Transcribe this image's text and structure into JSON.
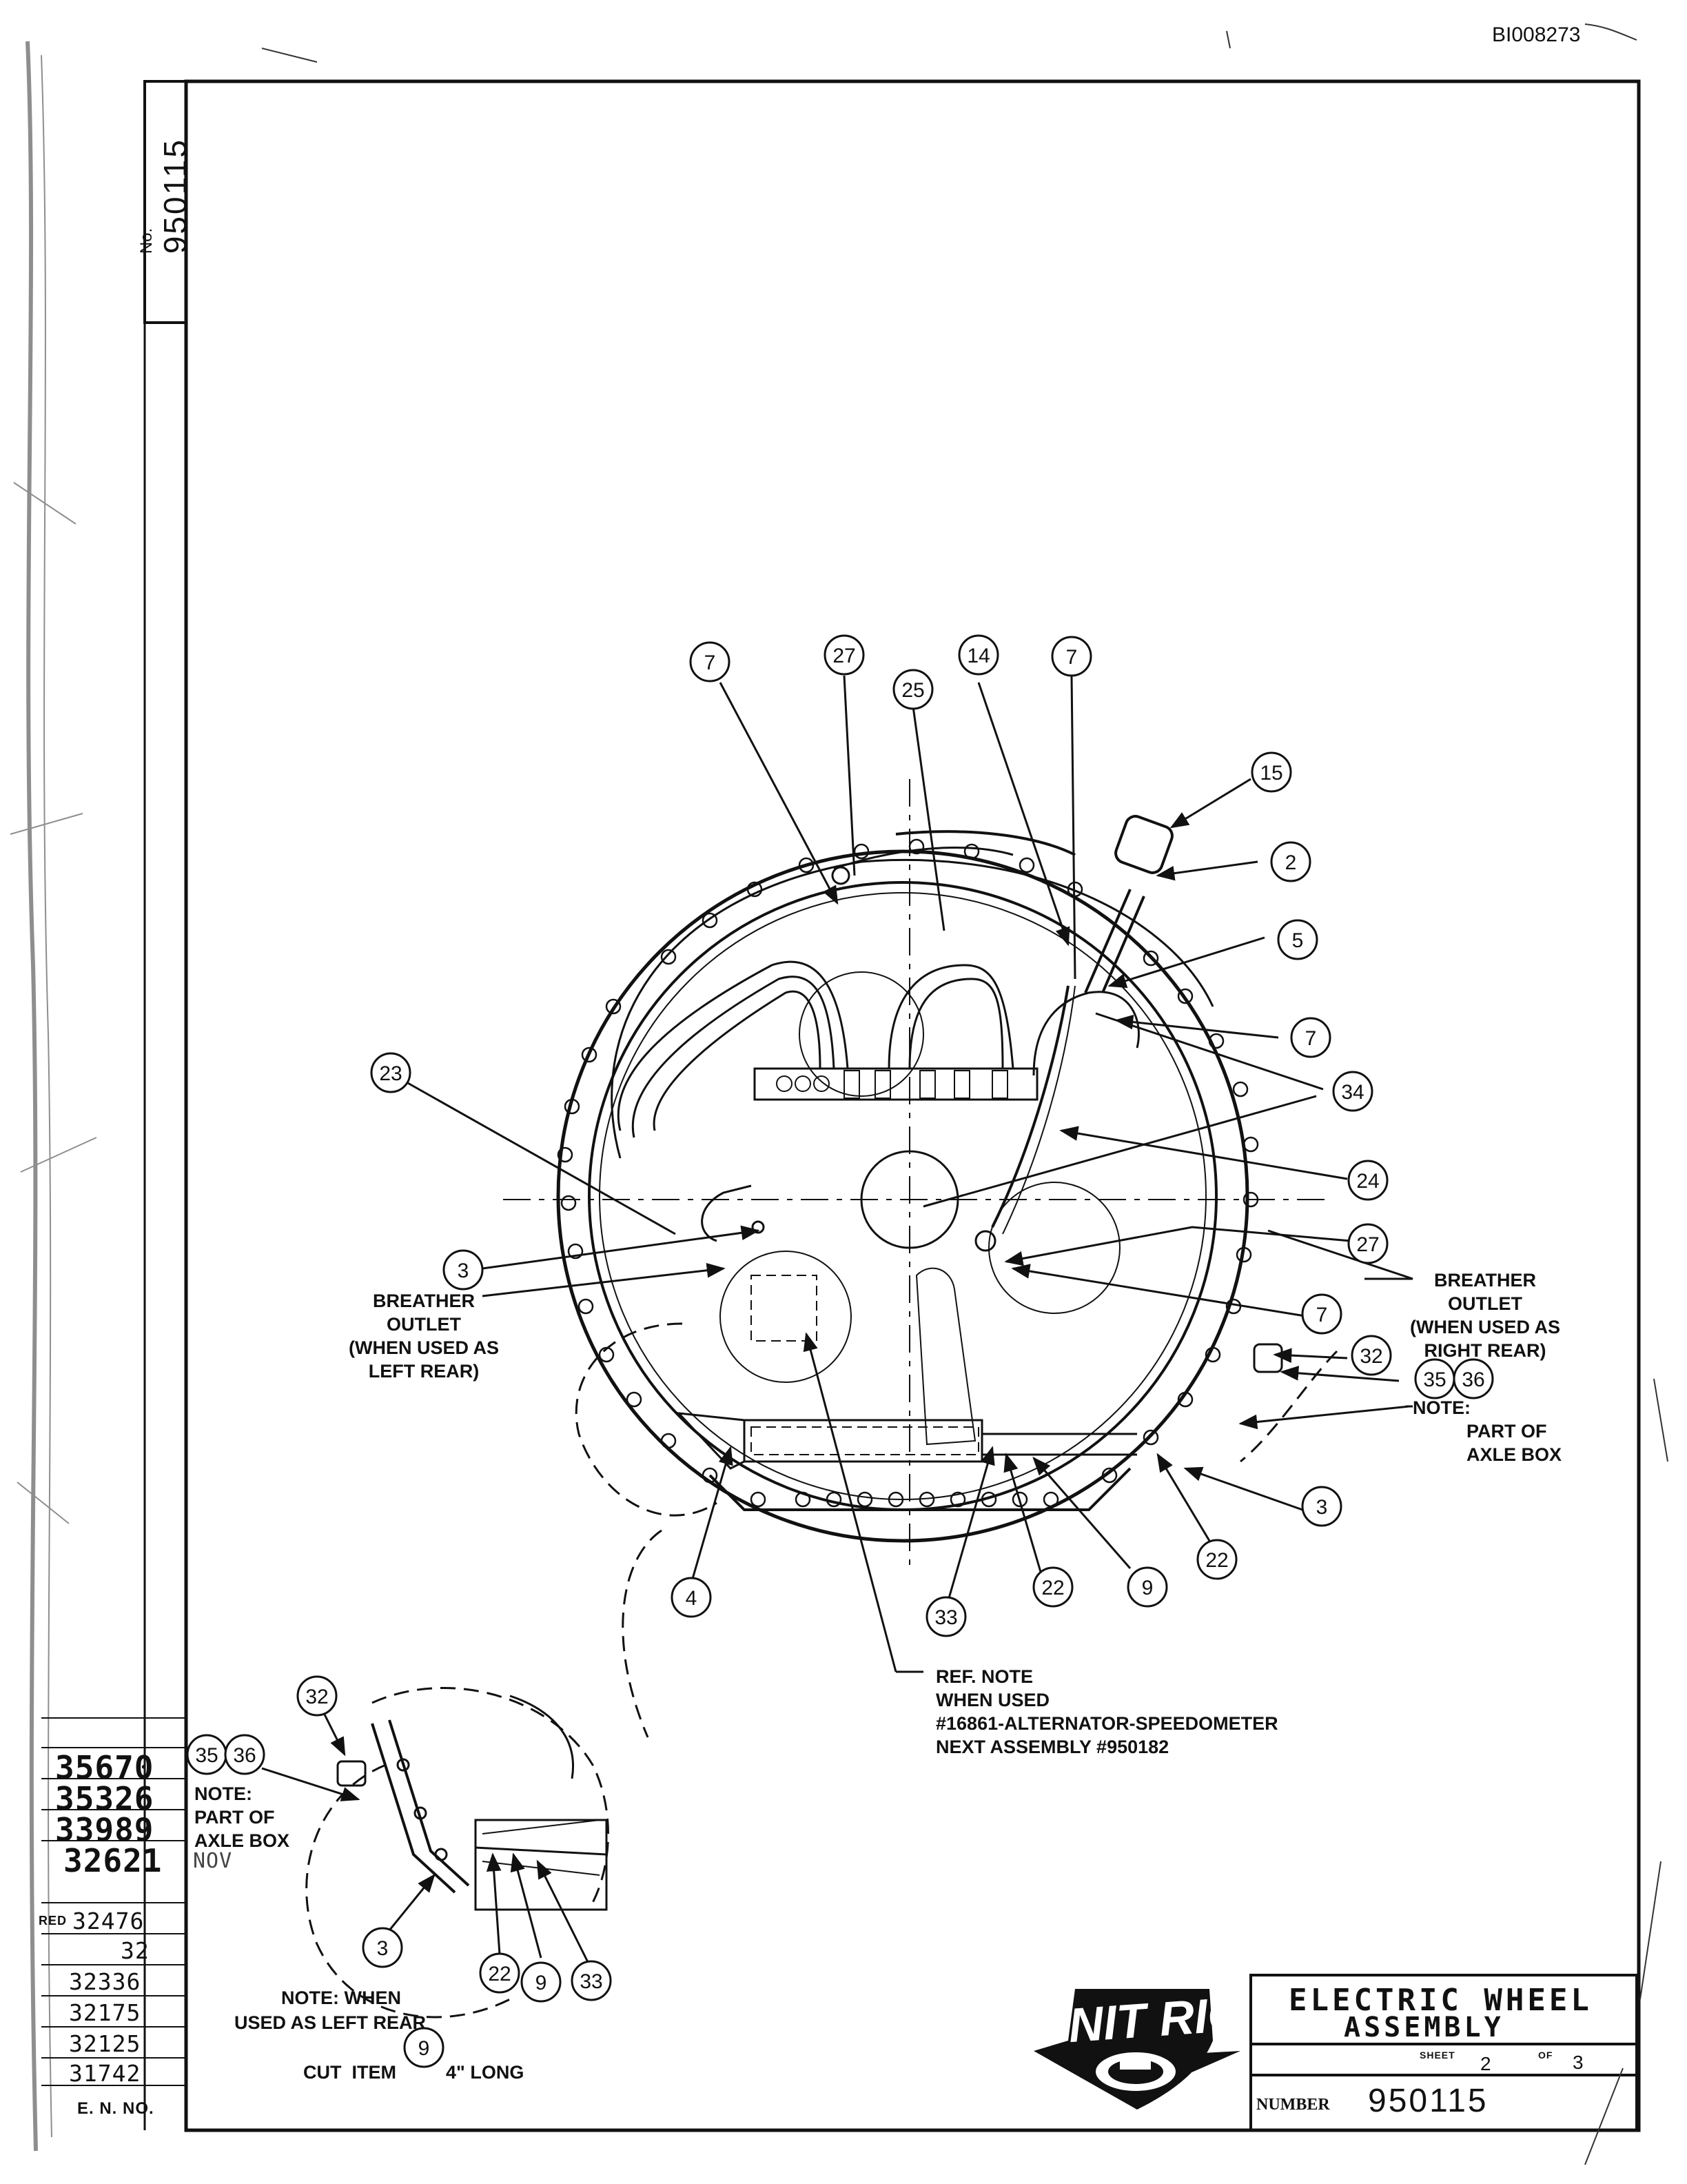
{
  "doc_id": "BI008273",
  "drawing_no_prefix": "No.",
  "drawing_no": "950115",
  "callouts": [
    {
      "id": "c7a",
      "label": "7"
    },
    {
      "id": "c27a",
      "label": "27"
    },
    {
      "id": "c25",
      "label": "25"
    },
    {
      "id": "c14",
      "label": "14"
    },
    {
      "id": "c7b",
      "label": "7"
    },
    {
      "id": "c15",
      "label": "15"
    },
    {
      "id": "c2",
      "label": "2"
    },
    {
      "id": "c5",
      "label": "5"
    },
    {
      "id": "c7c",
      "label": "7"
    },
    {
      "id": "c34",
      "label": "34"
    },
    {
      "id": "c23",
      "label": "23"
    },
    {
      "id": "c24",
      "label": "24"
    },
    {
      "id": "c27b",
      "label": "27"
    },
    {
      "id": "c3a",
      "label": "3"
    },
    {
      "id": "c7d",
      "label": "7"
    },
    {
      "id": "c32a",
      "label": "32"
    },
    {
      "id": "c35a",
      "label": "35"
    },
    {
      "id": "c36a",
      "label": "36"
    },
    {
      "id": "c3b",
      "label": "3"
    },
    {
      "id": "c4",
      "label": "4"
    },
    {
      "id": "c22a",
      "label": "22"
    },
    {
      "id": "c9a",
      "label": "9"
    },
    {
      "id": "c22b",
      "label": "22"
    },
    {
      "id": "c33a",
      "label": "33"
    },
    {
      "id": "c32b",
      "label": "32"
    },
    {
      "id": "c35b",
      "label": "35"
    },
    {
      "id": "c36b",
      "label": "36"
    },
    {
      "id": "c3c",
      "label": "3"
    },
    {
      "id": "c22c",
      "label": "22"
    },
    {
      "id": "c9b",
      "label": "9"
    },
    {
      "id": "c33b",
      "label": "33"
    },
    {
      "id": "c9c",
      "label": "9"
    }
  ],
  "notes": {
    "breather_left": [
      "BREATHER",
      "OUTLET",
      "(WHEN USED AS",
      "LEFT REAR)"
    ],
    "breather_right": [
      "BREATHER",
      "OUTLET",
      "(WHEN USED AS",
      "RIGHT REAR)"
    ],
    "axle_box_right": [
      "NOTE:",
      "PART OF",
      "AXLE BOX"
    ],
    "ref_note": [
      "REF. NOTE",
      "WHEN USED",
      "#16861-ALTERNATOR-SPEEDOMETER",
      "NEXT ASSEMBLY #950182"
    ],
    "axle_box_left": [
      "NOTE:",
      "PART OF",
      "AXLE BOX"
    ],
    "left_rear_note": {
      "line1": "NOTE: WHEN",
      "line2": "USED AS   LEFT REAR",
      "line3_a": "CUT  ITEM",
      "line3_b": "4\" LONG"
    }
  },
  "revision_block": {
    "entries": [
      "35670",
      "35326",
      "33989",
      "32621",
      "32476",
      "32",
      "32336",
      "32175",
      "32125",
      "31742"
    ],
    "stamp": "NOV",
    "released_prefix": "RED",
    "footer": "E. N. NO."
  },
  "title_block": {
    "logo": "UNIT RIG",
    "title_line1": "ELECTRIC WHEEL",
    "title_line2": "ASSEMBLY",
    "sheet_label": "SHEET",
    "sheet_no": "2",
    "of_label": "OF",
    "sheet_total": "3",
    "number_label": "NUMBER",
    "number": "950115"
  },
  "colors": {
    "ink": "#111111",
    "paper": "#ffffff"
  }
}
